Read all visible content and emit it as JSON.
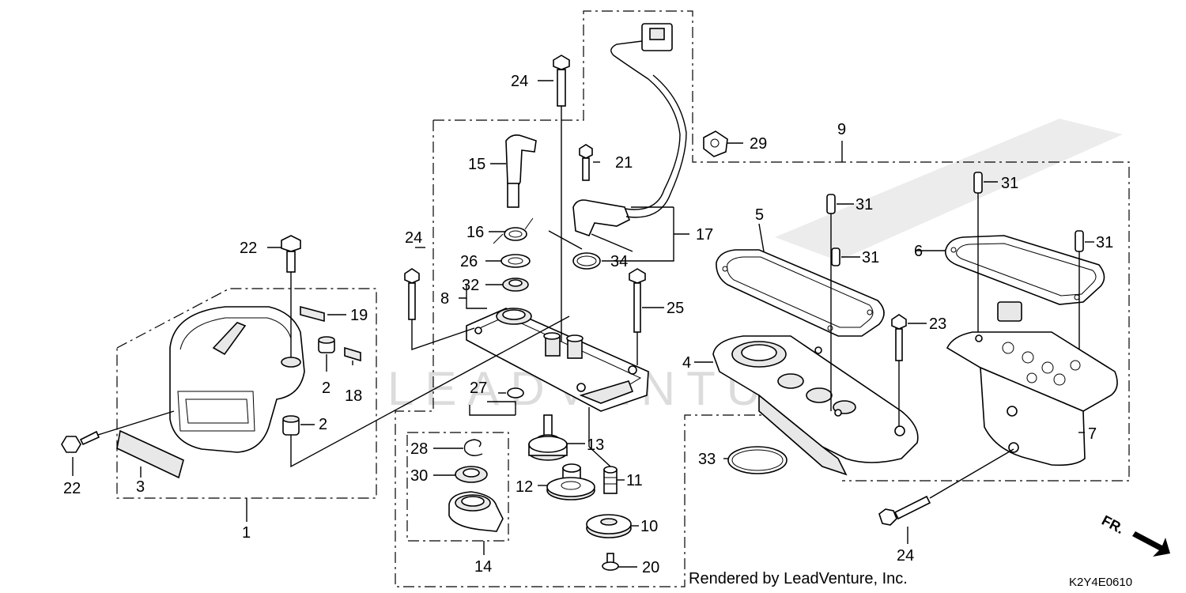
{
  "callouts": {
    "c1": "1",
    "c2a": "2",
    "c2b": "2",
    "c3": "3",
    "c4": "4",
    "c5": "5",
    "c6": "6",
    "c7": "7",
    "c8": "8",
    "c9": "9",
    "c10": "10",
    "c11": "11",
    "c12": "12",
    "c13": "13",
    "c14": "14",
    "c15": "15",
    "c16": "16",
    "c17": "17",
    "c18": "18",
    "c19": "19",
    "c20": "20",
    "c21": "21",
    "c22a": "22",
    "c22b": "22",
    "c23": "23",
    "c24a": "24",
    "c24b": "24",
    "c24c": "24",
    "c25": "25",
    "c26": "26",
    "c27": "27",
    "c28": "28",
    "c29": "29",
    "c30": "30",
    "c31a": "31",
    "c31b": "31",
    "c31c": "31",
    "c31d": "31",
    "c32": "32",
    "c33": "33",
    "c34": "34"
  },
  "footer": {
    "rendered_by": "Rendered by LeadVenture, Inc.",
    "diagram_code": "K2Y4E0610",
    "front_marker": "FR."
  },
  "watermark": "LEADVENTURE"
}
